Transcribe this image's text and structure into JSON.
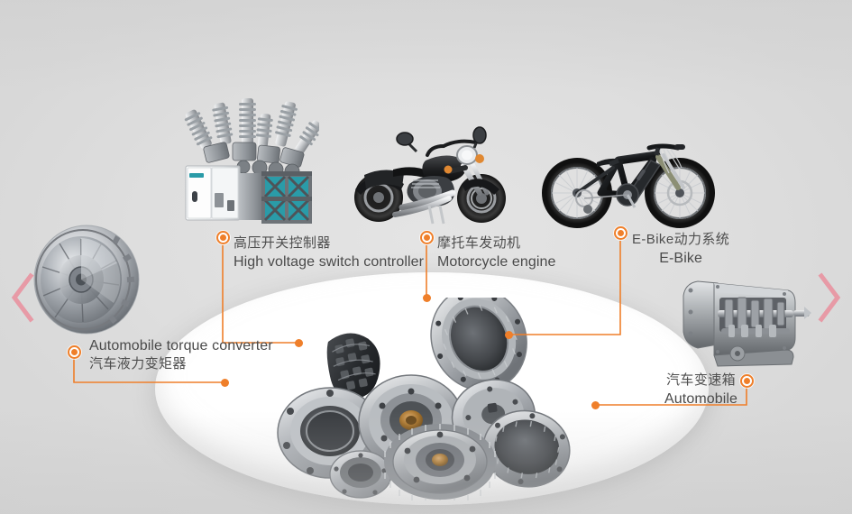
{
  "page": {
    "background_color": "#dcdcdc",
    "accent_color": "#ef7f2a",
    "arrow_color": "#e79aa6",
    "text_color": "#4a4a4a"
  },
  "hero": {
    "name": "automotive-components-cluster",
    "shape": "ellipse",
    "fill": "#ffffff"
  },
  "callouts": [
    {
      "id": "torque-converter",
      "cn": "汽车液力变矩器",
      "en": "Automobile torque converter",
      "order": "en-first",
      "image_label": "torque-converter-image"
    },
    {
      "id": "high-voltage-switch-controller",
      "cn": "高压开关控制器",
      "en": "High voltage switch controller",
      "order": "cn-first",
      "image_label": "high-voltage-switchgear-image"
    },
    {
      "id": "motorcycle-engine",
      "cn": "摩托车发动机",
      "en": "Motorcycle engine",
      "order": "cn-first",
      "image_label": "motorcycle-image"
    },
    {
      "id": "e-bike-power-system",
      "cn": "E-Bike动力系统",
      "en": "E-Bike",
      "order": "cn-first",
      "image_label": "e-bike-image"
    },
    {
      "id": "automobile-transmission",
      "cn": "汽车变速箱",
      "en": "Automobile",
      "order": "cn-first",
      "image_label": "automobile-transmission-image"
    }
  ],
  "nav": {
    "prev_label": "‹",
    "next_label": "›",
    "prev_name": "carousel-prev-arrow",
    "next_name": "carousel-next-arrow"
  }
}
